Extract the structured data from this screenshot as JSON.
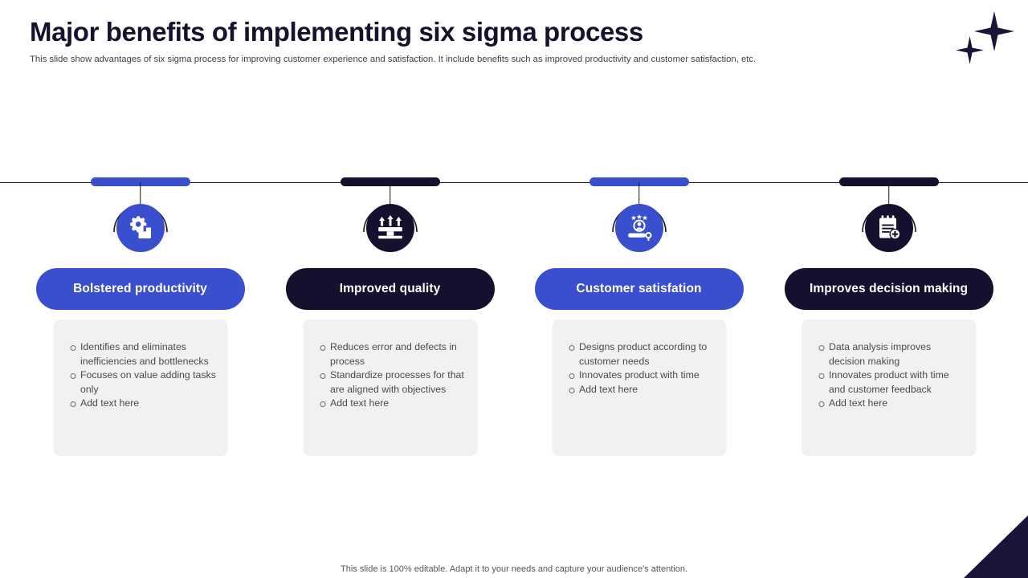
{
  "header": {
    "title": "Major benefits of implementing six sigma process",
    "subtitle": "This slide show advantages of six sigma process for improving customer experience and satisfaction. It include benefits such as improved productivity and customer satisfaction, etc."
  },
  "colors": {
    "accent_blue": "#3a4fcd",
    "dark_navy": "#15102e",
    "axis_line": "#1a1a1a",
    "content_box_bg": "#f1f1f1",
    "bullet_text": "#4a4a4a",
    "title_text": "#16122e",
    "subtitle_text": "#3f3f3f",
    "footer_text": "#55555c",
    "pill_text": "#ffffff"
  },
  "timeline": {
    "axis_visible": true,
    "columns": [
      {
        "index": 1,
        "node_color": "#3a4fcd",
        "circle_color": "#3a4fcd",
        "icon": "gear-box-icon",
        "label": "Bolstered productivity",
        "pill_color": "#3a4fcd",
        "bullets": [
          "Identifies and eliminates inefficiencies and bottlenecks",
          "Focuses on value adding tasks only",
          "Add text here"
        ]
      },
      {
        "index": 2,
        "node_color": "#15102e",
        "circle_color": "#15102e",
        "icon": "upward-arrows-icon",
        "label": "Improved quality",
        "pill_color": "#15102e",
        "bullets": [
          "Reduces error and defects in process",
          "Standardize processes for that are aligned with objectives",
          "Add text here"
        ]
      },
      {
        "index": 3,
        "node_color": "#3a4fcd",
        "circle_color": "#3a4fcd",
        "icon": "customer-rating-icon",
        "label": "Customer satisfation",
        "pill_color": "#3a4fcd",
        "bullets": [
          "Designs product according to customer needs",
          "Innovates product with time",
          "Add text here"
        ]
      },
      {
        "index": 4,
        "node_color": "#15102e",
        "circle_color": "#15102e",
        "icon": "clipboard-plus-icon",
        "label": "Improves decision making",
        "pill_color": "#15102e",
        "bullets": [
          "Data analysis improves decision making",
          "Innovates product with time and customer feedback",
          "Add text here"
        ]
      }
    ]
  },
  "decorations": {
    "sparkle_color": "#1b1338",
    "corner_triangle_color": "#1b1338"
  },
  "footer": {
    "note": "This slide is 100% editable. Adapt it to your needs and capture your audience's attention."
  }
}
